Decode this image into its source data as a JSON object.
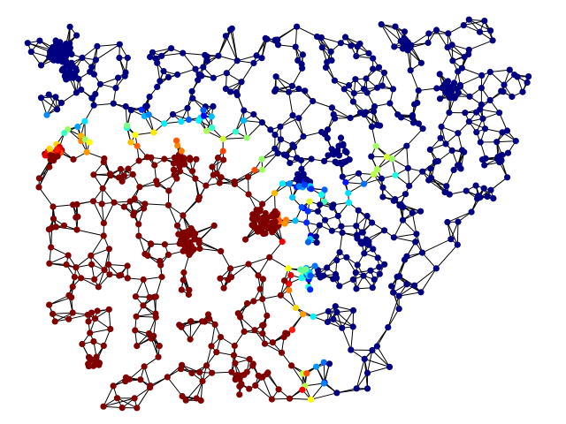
{
  "figure": {
    "kind": "geographic-network-graph",
    "background": "#ffffff",
    "edge_color": "#000000",
    "colormap": "jet",
    "node_colors": {
      "low": "#000080",
      "mid_low": "#0064ff",
      "mid": "#7dff7a",
      "mid_high": "#ffcc00",
      "high": "#800000"
    },
    "regions": [
      {
        "name": "north-and-east-cluster",
        "dominant_color": "#000080"
      },
      {
        "name": "south-and-west-cluster",
        "dominant_color": "#800000"
      },
      {
        "name": "boundary-transition",
        "dominant_color": "#7dff7a"
      }
    ]
  }
}
